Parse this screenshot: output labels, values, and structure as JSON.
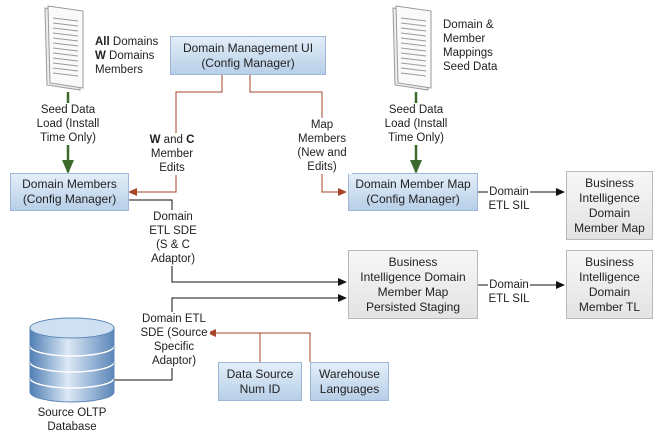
{
  "documents": {
    "left": {
      "lines": [
        {
          "bold": "All",
          "rest": " Domains"
        },
        {
          "bold": "W",
          "rest": " Domains"
        },
        {
          "bold": "",
          "rest": "Members"
        }
      ]
    },
    "right": {
      "lines": [
        "Domain &",
        "Member",
        "Mappings",
        "Seed Data"
      ]
    }
  },
  "boxes": {
    "domain_management_ui": [
      "Domain Management UI",
      "(Config Manager)"
    ],
    "domain_members": [
      "Domain Members",
      "(Config Manager)"
    ],
    "domain_member_map": [
      "Domain Member Map",
      "(Config Manager)"
    ],
    "bi_domain_member_map": [
      "Business",
      "Intelligence",
      "Domain",
      "Member Map"
    ],
    "bi_domain_member_map_staging": [
      "Business",
      "Intelligence Domain",
      "Member Map",
      "Persisted Staging"
    ],
    "bi_domain_member_tl": [
      "Business",
      "Intelligence",
      "Domain",
      "Member TL"
    ],
    "data_source_num_id": [
      "Data Source",
      "Num ID"
    ],
    "warehouse_languages": [
      "Warehouse",
      "Languages"
    ]
  },
  "labels": {
    "seed_left": [
      "Seed Data",
      "Load (Install",
      "Time Only)"
    ],
    "seed_right": [
      "Seed Data",
      "Load (Install",
      "Time Only)"
    ],
    "wc_edits": {
      "bold1": "W",
      "mid": " and ",
      "bold2": "C",
      "line2": "Member",
      "line3": "Edits"
    },
    "map_members": [
      "Map",
      "Members",
      "(New and",
      "Edits)"
    ],
    "etl_sil_top": [
      "Domain",
      "ETL SIL"
    ],
    "etl_sil_mid": [
      "Domain",
      "ETL SIL"
    ],
    "etl_sde_sc": [
      "Domain",
      "ETL SDE",
      "(S & C",
      "Adaptor)"
    ],
    "etl_sde_source": [
      "Domain ETL",
      "SDE (Source",
      "Specific",
      "Adaptor)"
    ],
    "database": [
      "Source OLTP",
      "Database"
    ]
  },
  "colors": {
    "blue_box": "#b7cfe8",
    "grey_box": "#e3e3e3",
    "arrow_black": "#111111",
    "arrow_red": "#a8462a",
    "arrow_green": "#3d6b2e"
  }
}
